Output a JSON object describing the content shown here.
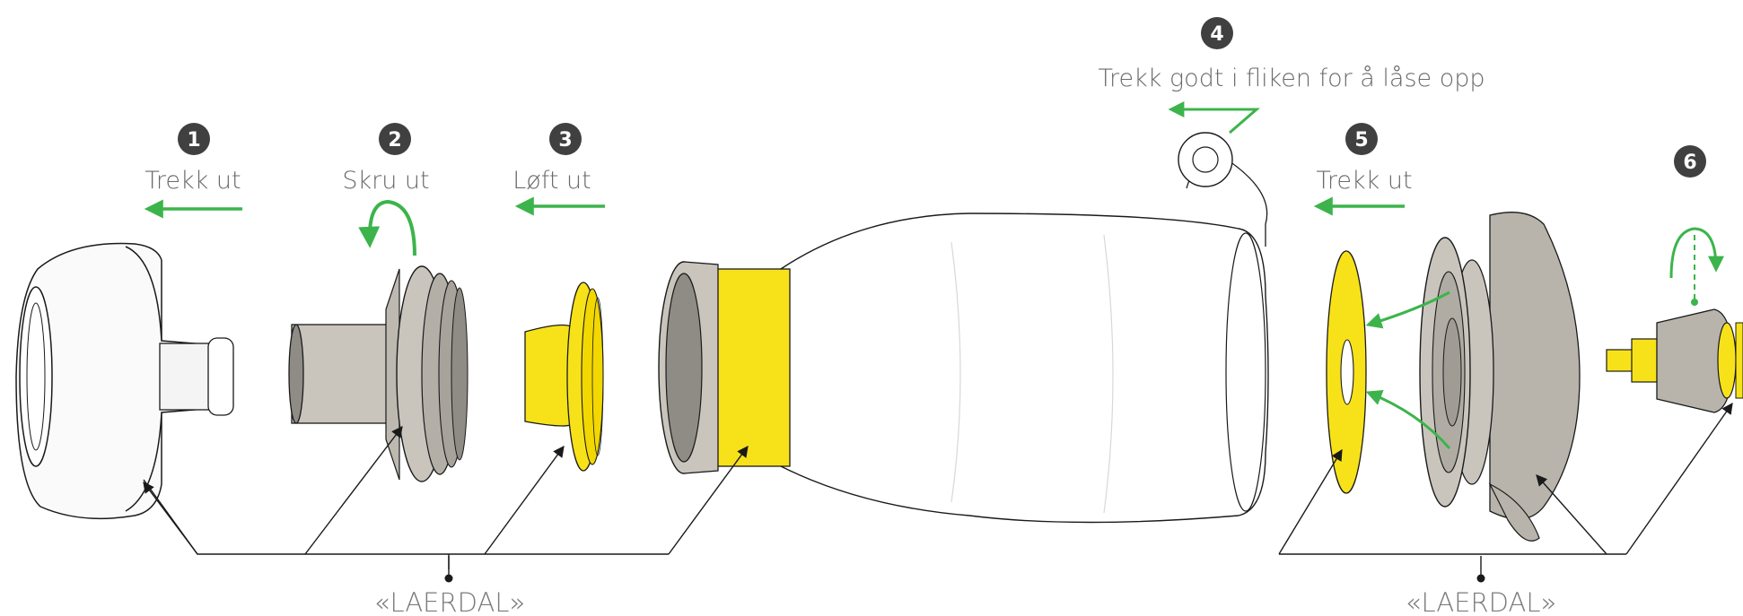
{
  "colors": {
    "accent_green": "#3cb44b",
    "part_yellow": "#f7e21a",
    "part_gray": "#c9c5bd",
    "part_gray_dark": "#8f8b85",
    "badge": "#404040",
    "line": "#1a1a1a"
  },
  "steps": [
    {
      "number": "1",
      "label": "Trekk ut"
    },
    {
      "number": "2",
      "label": "Skru ut"
    },
    {
      "number": "3",
      "label": "Løft ut"
    },
    {
      "number": "4",
      "label": "Trekk godt i fliken for å låse opp"
    },
    {
      "number": "5",
      "label": "Trekk ut"
    },
    {
      "number": "6",
      "label": ""
    }
  ],
  "brand_labels": [
    "«LAERDAL»",
    "«LAERDAL»"
  ],
  "icons": [
    "arrow-left-icon",
    "rotate-ccw-icon",
    "rotate-cw-icon"
  ]
}
